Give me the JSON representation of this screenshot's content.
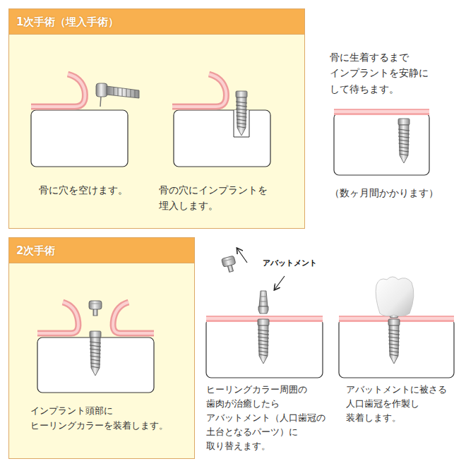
{
  "diagram": {
    "nodes": [
      {
        "text": [
          "1次手術（埋入手術）",
          "骨に穴を空けます。",
          "骨の穴にインプラントを 埋入します。"
        ]
      },
      {
        "text": [
          "2次手術",
          "インプラント頭部に ヒーリングカラーを装着します。"
        ]
      }
    ],
    "labels": [
      "骨に生着するまで インプラントを安静に して待ちます。",
      "（数ヶ月間かかります）",
      "アバットメント",
      "ヒーリングカラー周囲の 歯肉が治癒したら アバットメント（人口歯冠の 土台となるパーツ）に 取り替えます。",
      "アバットメントに被さる 人口歯冠を作製し 装着します。"
    ]
  }
}
